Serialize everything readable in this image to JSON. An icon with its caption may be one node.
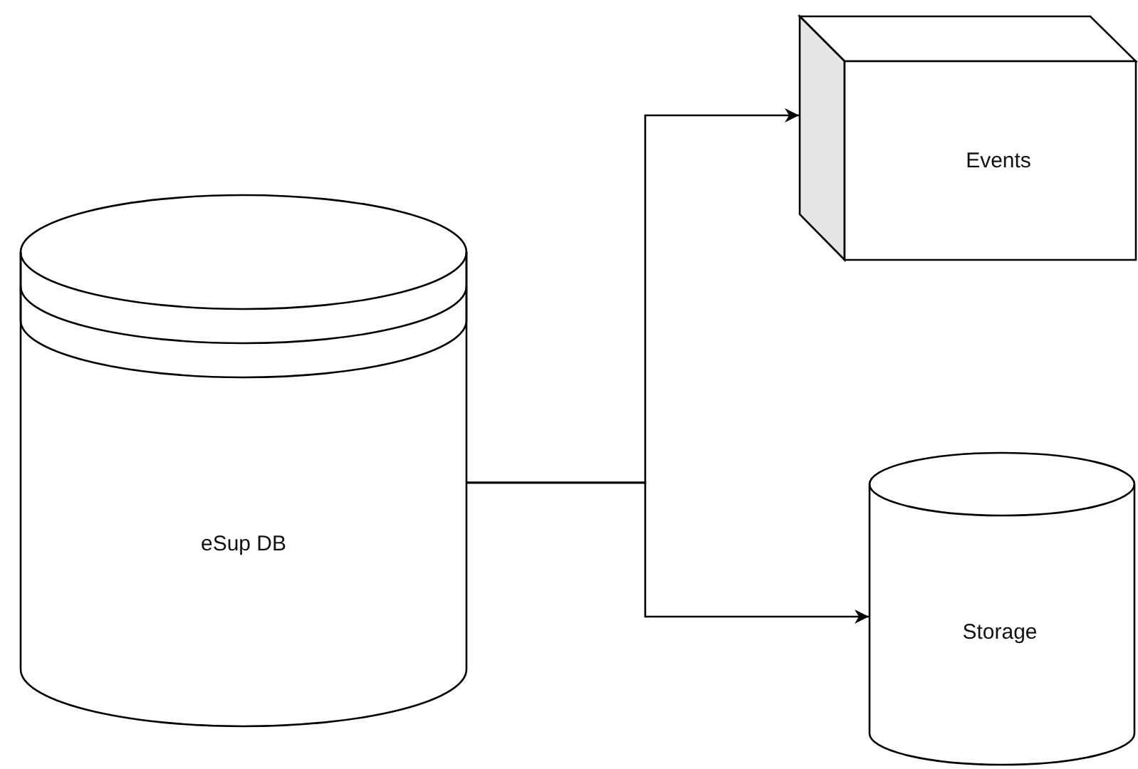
{
  "diagram": {
    "nodes": [
      {
        "text": [
          "eSup DB"
        ]
      },
      {
        "text": [
          "Events"
        ]
      },
      {
        "text": [
          "Storage"
        ]
      }
    ],
    "edges": [
      {
        "from": 0,
        "to": 1,
        "arrow": "to"
      },
      {
        "from": 0,
        "to": 2,
        "arrow": "to"
      }
    ]
  }
}
